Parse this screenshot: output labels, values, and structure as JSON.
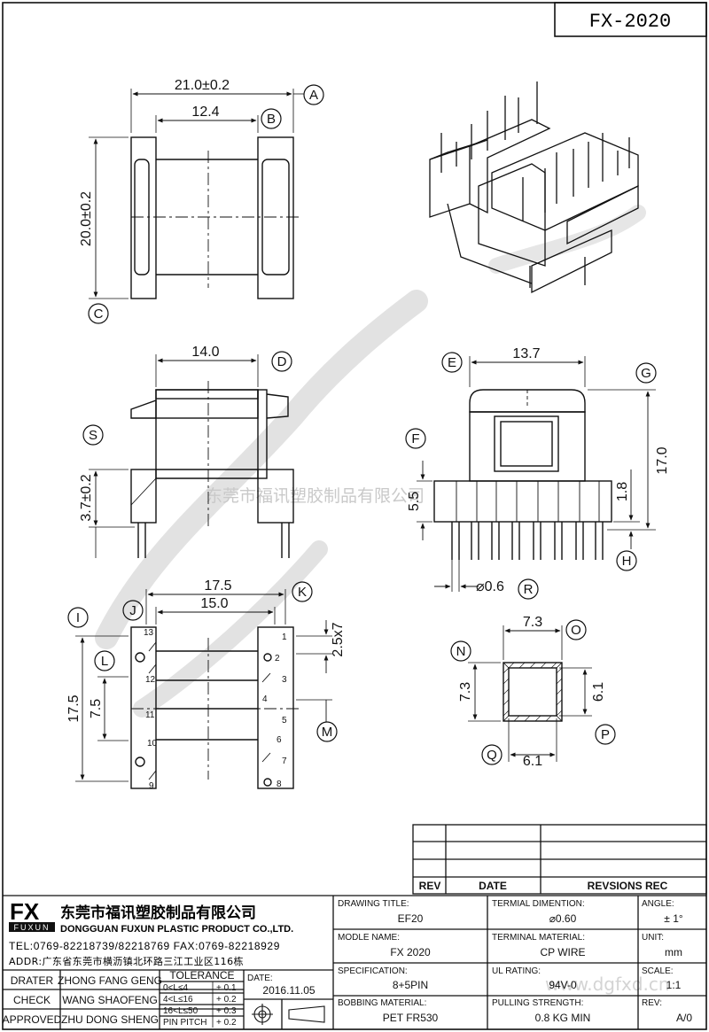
{
  "header": {
    "part_no": "FX-2020"
  },
  "top_view": {
    "dim_a": "21.0±0.2",
    "dim_b": "12.4",
    "dim_c": "20.0±0.2"
  },
  "side_view": {
    "dim_d": "14.0",
    "dim_s": "3.7±0.2"
  },
  "front_view": {
    "dim_e": "13.7",
    "dim_f": "5.5",
    "dim_g": "17.0",
    "dim_h": "1.8",
    "dim_r": "⌀0.6"
  },
  "bottom_view": {
    "dim_k": "17.5",
    "dim_j": "15.0",
    "dim_i": "17.5",
    "dim_l": "7.5",
    "dim_pitch": "2.5x7",
    "pins_left": [
      "13",
      "12",
      "11",
      "10",
      "9"
    ],
    "pins_right": [
      "1",
      "2",
      "3",
      "4",
      "5",
      "6",
      "7",
      "8"
    ]
  },
  "section_view": {
    "dim_o": "7.3",
    "dim_n": "7.3",
    "dim_p": "6.1",
    "dim_q": "6.1"
  },
  "callouts": [
    "A",
    "B",
    "C",
    "D",
    "E",
    "F",
    "G",
    "H",
    "I",
    "J",
    "K",
    "L",
    "M",
    "N",
    "O",
    "P",
    "Q",
    "R",
    "S"
  ],
  "watermark": {
    "company_cn": "东莞市福讯塑胶制品有限公司",
    "site": "www.dgfxd.cn"
  },
  "revision_table": {
    "headers": [
      "REV",
      "DATE",
      "REVSIONS REC"
    ]
  },
  "company": {
    "logo": "FX",
    "logo_sub": "FUXUN",
    "name_cn": "东莞市福讯塑胶制品有限公司",
    "name_en": "DONGGUAN FUXUN PLASTIC PRODUCT CO.,LTD.",
    "tel": "TEL:0769-82218739/82218769 FAX:0769-82218929",
    "addr": "ADDR:广东省东莞市横沥镇北环路三江工业区116栋"
  },
  "people": [
    {
      "role": "DRATER",
      "name": "ZHONG FANG GENG"
    },
    {
      "role": "CHECK",
      "name": "WANG SHAOFENG"
    },
    {
      "role": "APPROVED",
      "name": "ZHU DONG SHENG"
    }
  ],
  "tolerance": {
    "title": "TOLERANCE",
    "rows": [
      {
        "range": "0<L≤4",
        "value": "+ 0.1"
      },
      {
        "range": "4<L≤16",
        "value": "+ 0.2"
      },
      {
        "range": "16<L≤50",
        "value": "+ 0.3"
      },
      {
        "range": "PIN PITCH",
        "value": "+ 0.2"
      }
    ]
  },
  "date": {
    "label": "DATE:",
    "value": "2016.11.05"
  },
  "fields": {
    "drawing_title": {
      "label": "DRAWING TITLE:",
      "value": "EF20"
    },
    "terminal_dimention": {
      "label": "TERMIAL DIMENTION:",
      "value": "⌀0.60"
    },
    "angle": {
      "label": "ANGLE:",
      "value": "± 1°"
    },
    "module_name": {
      "label": "MODLE NAME:",
      "value": "FX 2020"
    },
    "terminal_material": {
      "label": "TERMINAL MATERIAL:",
      "value": "CP WIRE"
    },
    "unit": {
      "label": "UNIT:",
      "value": "mm"
    },
    "specification": {
      "label": "SPECIFICATION:",
      "value": "8+5PIN"
    },
    "ul_rating": {
      "label": "UL RATING:",
      "value": "94V-0"
    },
    "scale": {
      "label": "SCALE:",
      "value": "1:1"
    },
    "bobbin_material": {
      "label": "BOBBING MATERIAL:",
      "value": "PET FR530"
    },
    "pulling_strength": {
      "label": "PULLING STRENGTH:",
      "value": "0.8 KG MIN"
    },
    "rev": {
      "label": "REV:",
      "value": "A/0"
    }
  }
}
